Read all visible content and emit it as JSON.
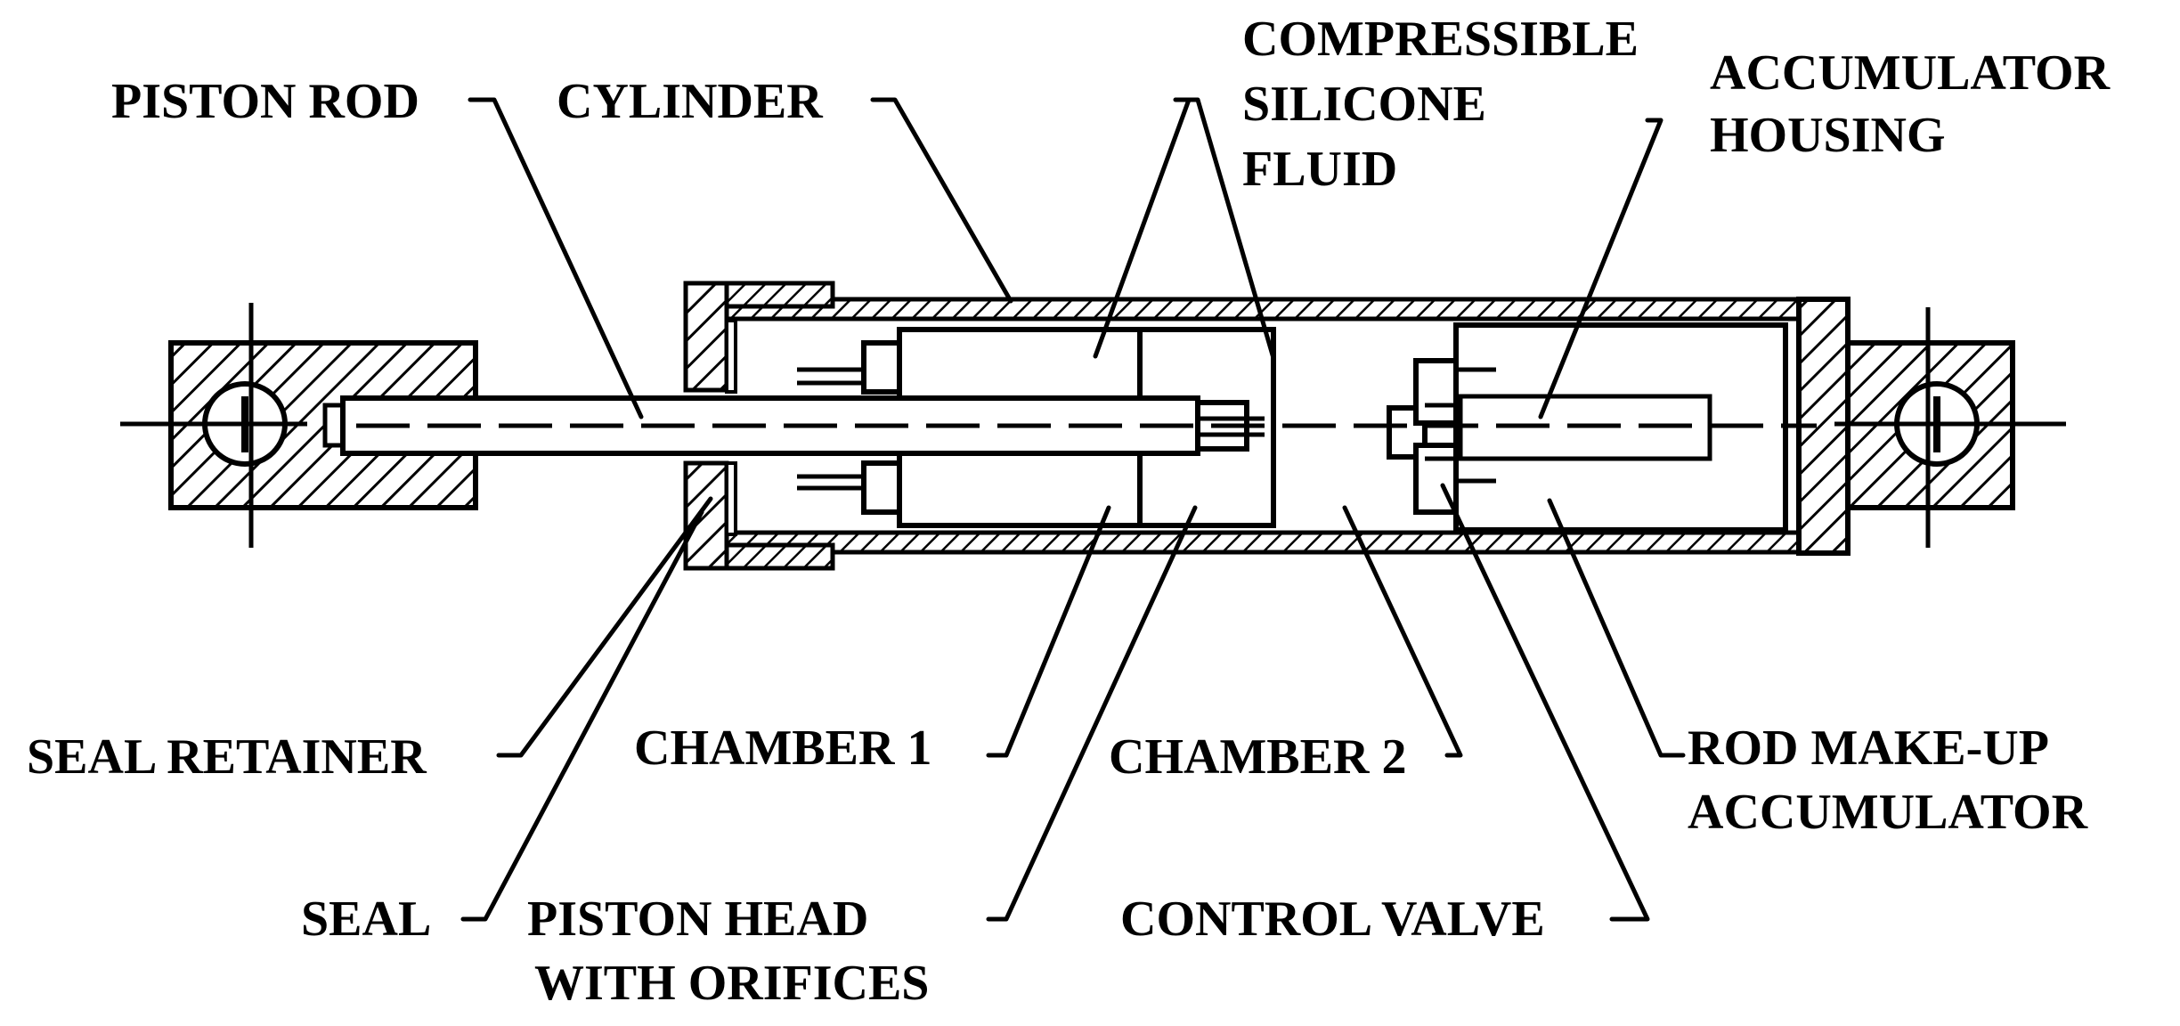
{
  "colors": {
    "ink": "#000000",
    "background": "#ffffff"
  },
  "labels": {
    "piston_rod": "PISTON ROD",
    "cylinder": "CYLINDER",
    "compressible_silicone_fluid": [
      "COMPRESSIBLE",
      "SILICONE",
      "FLUID"
    ],
    "accumulator_housing": [
      "ACCUMULATOR",
      "HOUSING"
    ],
    "seal_retainer": "SEAL RETAINER",
    "chamber_1": "CHAMBER 1",
    "chamber_2": "CHAMBER 2",
    "rod_make_up_accumulator": [
      "ROD MAKE-UP",
      "ACCUMULATOR"
    ],
    "seal": "SEAL",
    "piston_head_with_orifices": [
      "PISTON HEAD",
      "WITH ORIFICES"
    ],
    "control_valve": "CONTROL VALVE"
  }
}
